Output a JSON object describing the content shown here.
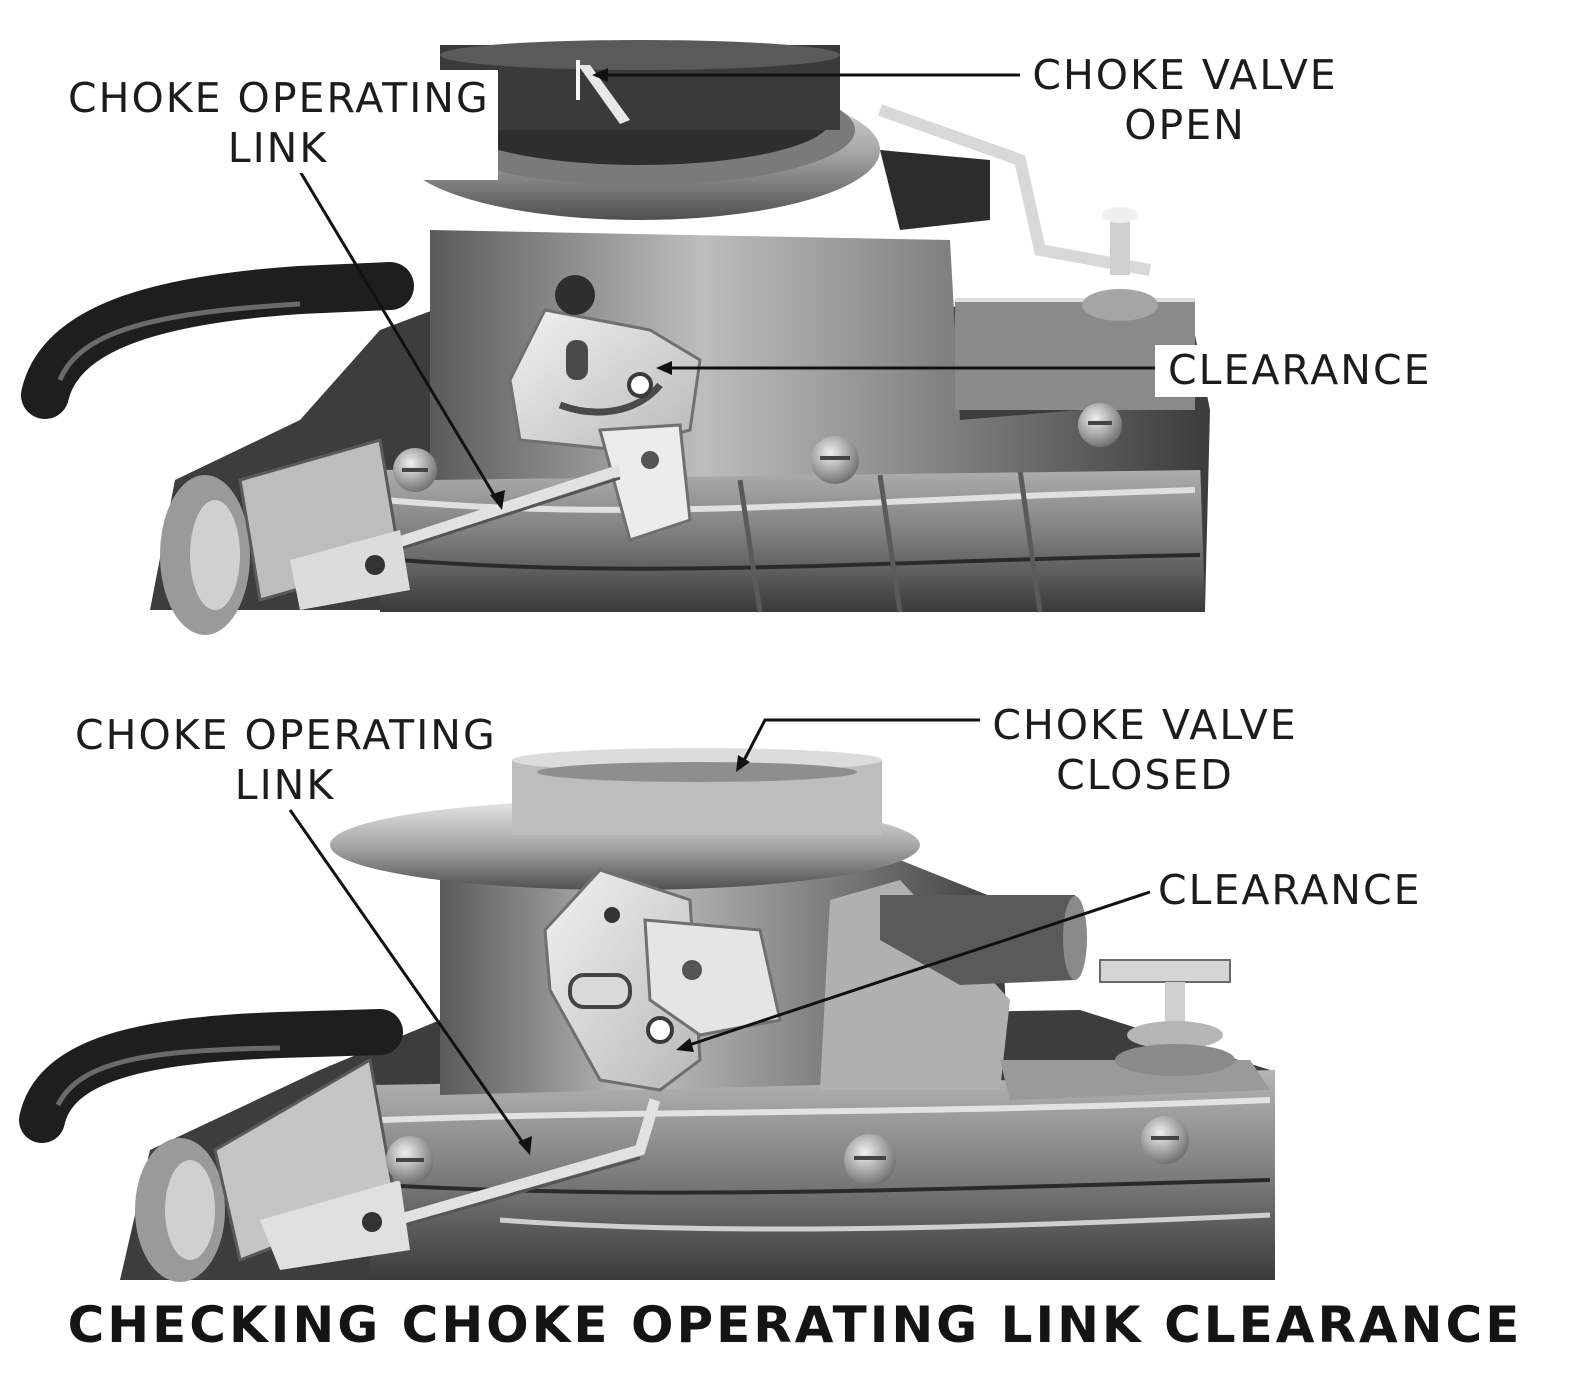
{
  "panels": [
    {
      "name": "top",
      "labels": {
        "link": [
          "CHOKE OPERATING",
          "LINK"
        ],
        "valve": [
          "CHOKE VALVE",
          "OPEN"
        ],
        "clearance": "CLEARANCE"
      }
    },
    {
      "name": "bottom",
      "labels": {
        "link": [
          "CHOKE OPERATING",
          "LINK"
        ],
        "valve": [
          "CHOKE VALVE",
          "CLOSED"
        ],
        "clearance": "CLEARANCE"
      }
    }
  ],
  "caption": "CHECKING CHOKE OPERATING LINK CLEARANCE",
  "colors": {
    "paper": "#ffffff",
    "ink": "#1c1c1c",
    "metal_light": "#d9d9d9",
    "metal_mid": "#9a9a9a",
    "metal_dark": "#4a4a4a",
    "hose": "#1e1e1e"
  }
}
